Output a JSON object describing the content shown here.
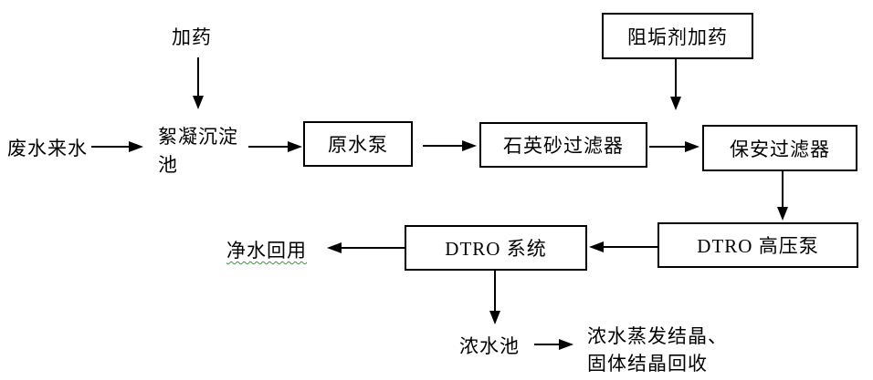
{
  "flowchart": {
    "description": "Wastewater DTRO treatment process flow diagram",
    "colors": {
      "background": "#ffffff",
      "line": "#000000",
      "text": "#000000",
      "spellcheck_underline": "#2f9e2f"
    },
    "labels": {
      "dosing": "加药",
      "influent": "废水来水",
      "flocculation_line1": "絮凝沉淀",
      "flocculation_line2": "池",
      "raw_water_pump": "原水泵",
      "quartz_sand_filter": "石英砂过滤器",
      "antiscalant_dosing": "阻垢剂加药",
      "security_filter": "保安过滤器",
      "dtro_hp_pump": "DTRO 高压泵",
      "dtro_system": "DTRO 系统",
      "clean_water_reuse": "净水回用",
      "concentrate_tank": "浓水池",
      "concentrate_note_line1": "浓水蒸发结晶、",
      "concentrate_note_line2": "固体结晶回收"
    },
    "edges": [
      "加药 → 絮凝沉淀池",
      "废水来水 → 絮凝沉淀池",
      "絮凝沉淀池 → 原水泵",
      "原水泵 → 石英砂过滤器",
      "石英砂过滤器 → 保安过滤器",
      "阻垢剂加药 → 保安过滤器",
      "保安过滤器 → DTRO 高压泵",
      "DTRO 高压泵 → DTRO 系统",
      "DTRO 系统 → 净水回用",
      "DTRO 系统 → 浓水池",
      "浓水池 → 浓水蒸发结晶、固体结晶回收"
    ]
  }
}
